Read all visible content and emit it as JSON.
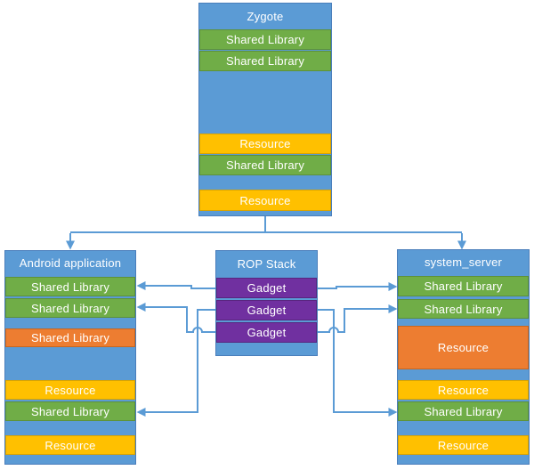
{
  "diagram": {
    "zygote": {
      "title": "Zygote",
      "segments": [
        {
          "label": "Shared Library",
          "type": "shared-library"
        },
        {
          "label": "Shared Library",
          "type": "shared-library"
        },
        {
          "label": "Resource",
          "type": "resource"
        },
        {
          "label": "Shared Library",
          "type": "shared-library"
        },
        {
          "label": "Resource",
          "type": "resource"
        }
      ]
    },
    "android_app": {
      "title": "Android application",
      "segments": [
        {
          "label": "Shared Library",
          "type": "shared-library"
        },
        {
          "label": "Shared Library",
          "type": "shared-library"
        },
        {
          "label": "Shared Library",
          "type": "shared-library-orange"
        },
        {
          "label": "Resource",
          "type": "resource"
        },
        {
          "label": "Shared Library",
          "type": "shared-library"
        },
        {
          "label": "Resource",
          "type": "resource"
        }
      ]
    },
    "rop_stack": {
      "title": "ROP Stack",
      "segments": [
        {
          "label": "Gadget",
          "type": "gadget"
        },
        {
          "label": "Gadget",
          "type": "gadget"
        },
        {
          "label": "Gadget",
          "type": "gadget"
        }
      ]
    },
    "system_server": {
      "title": "system_server",
      "segments": [
        {
          "label": "Shared Library",
          "type": "shared-library"
        },
        {
          "label": "Shared Library",
          "type": "shared-library"
        },
        {
          "label": "Resource",
          "type": "resource-large"
        },
        {
          "label": "Resource",
          "type": "resource"
        },
        {
          "label": "Shared Library",
          "type": "shared-library"
        },
        {
          "label": "Resource",
          "type": "resource"
        }
      ]
    },
    "connections": [
      {
        "from": "zygote",
        "to": "android_app",
        "kind": "fork-arrow"
      },
      {
        "from": "zygote",
        "to": "system_server",
        "kind": "fork-arrow"
      },
      {
        "from": "rop_stack.gadget_1",
        "to": "android_app.shared_library_1",
        "kind": "arrow"
      },
      {
        "from": "rop_stack.gadget_1",
        "to": "system_server.shared_library_1",
        "kind": "arrow"
      },
      {
        "from": "rop_stack.gadget_2",
        "to": "android_app.shared_library_lower",
        "kind": "arrow"
      },
      {
        "from": "rop_stack.gadget_2",
        "to": "system_server.shared_library_lower",
        "kind": "arrow"
      },
      {
        "from": "rop_stack.gadget_3",
        "to": "android_app.shared_library_2",
        "kind": "arrow"
      },
      {
        "from": "rop_stack.gadget_3",
        "to": "system_server.shared_library_2",
        "kind": "arrow"
      }
    ],
    "colors": {
      "block_blue": "#5B9BD5",
      "block_blue_border": "#4a7ebb",
      "shared_library_green": "#70AD47",
      "resource_yellow": "#FFC000",
      "orange": "#ED7D31",
      "gadget_purple": "#7030A0",
      "connector_blue": "#5B9BD5",
      "text_white": "#FFFFFF"
    }
  }
}
